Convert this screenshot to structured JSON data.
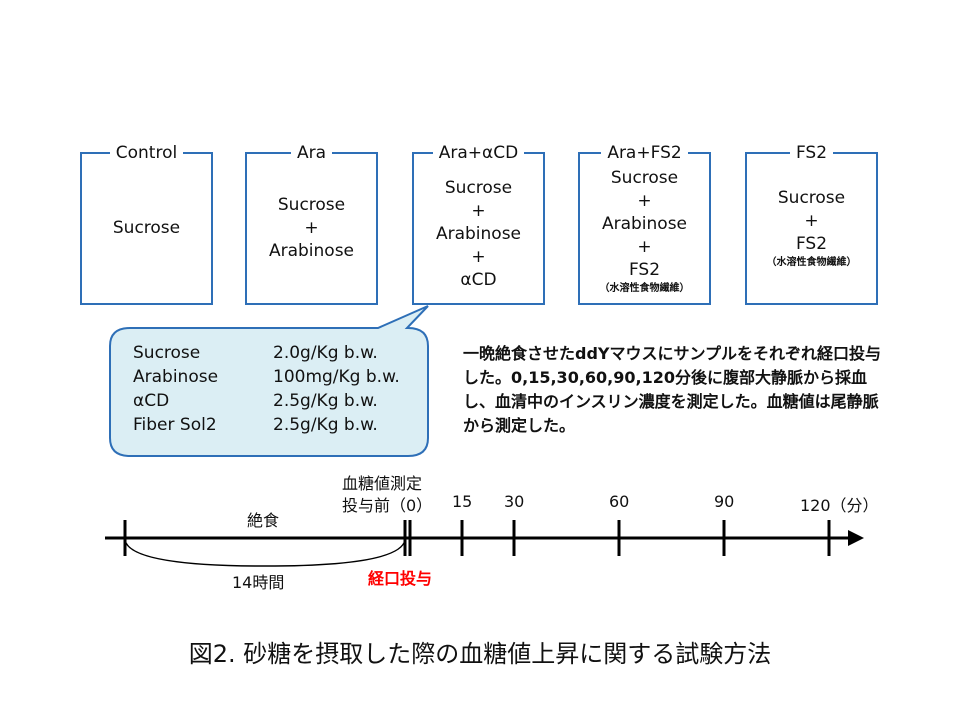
{
  "groups": [
    {
      "label": "Control",
      "lines": [
        "Sucrose"
      ],
      "note": ""
    },
    {
      "label": "Ara",
      "lines": [
        "Sucrose",
        "+",
        "Arabinose"
      ],
      "note": ""
    },
    {
      "label": "Ara+αCD",
      "lines": [
        "Sucrose",
        "+",
        "Arabinose",
        "+",
        "αCD"
      ],
      "note": ""
    },
    {
      "label": "Ara+FS2",
      "lines": [
        "Sucrose",
        "+",
        "Arabinose",
        "+",
        "FS2"
      ],
      "note": "（水溶性食物繊維）"
    },
    {
      "label": "FS2",
      "lines": [
        "Sucrose",
        "+",
        "FS2"
      ],
      "note": "（水溶性食物繊維）"
    }
  ],
  "doses": [
    {
      "name": "Sucrose",
      "amount": "2.0g/Kg b.w."
    },
    {
      "name": "Arabinose",
      "amount": "100mg/Kg b.w."
    },
    {
      "name": "αCD",
      "amount": "2.5g/Kg b.w."
    },
    {
      "name": "Fiber Sol2",
      "amount": "2.5g/Kg b.w."
    }
  ],
  "description": "一晩絶食させたddYマウスにサンプルをそれぞれ経口投与した。0,15,30,60,90,120分後に腹部大静脈から採血し、血清中のインスリン濃度を測定した。血糖値は尾静脈から測定した。",
  "timeline": {
    "fasting_label": "絶食",
    "fasting_duration": "14時間",
    "measure_label_1": "血糖値測定",
    "measure_label_2": "投与前（0）",
    "oral_label": "経口投与",
    "ticks": [
      "15",
      "30",
      "60",
      "90",
      "120（分）"
    ],
    "accent_color": "#ff0000"
  },
  "caption": "図2. 砂糖を摂取した際の血糖値上昇に関する試験方法",
  "colors": {
    "box_border": "#2e6fb7",
    "callout_fill": "#dbeef4",
    "callout_border": "#2e6fb7"
  }
}
